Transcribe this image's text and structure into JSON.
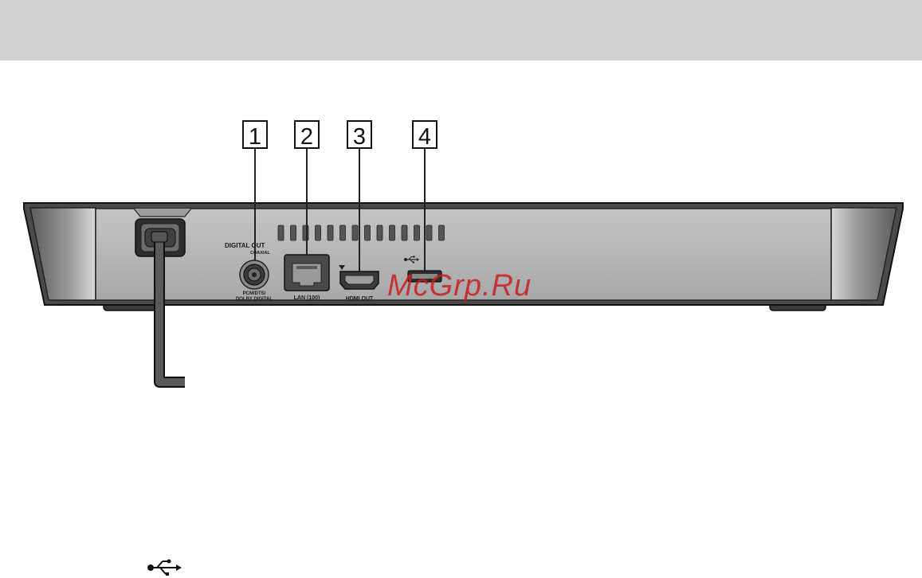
{
  "callouts": [
    "1",
    "2",
    "3",
    "4"
  ],
  "ports": {
    "digital_out": {
      "title": "DIGITAL OUT",
      "subtitle": "COAXIAL",
      "bottom_line1": "PCM/DTS/",
      "bottom_line2": "DOLBY DIGITAL"
    },
    "lan": {
      "label": "LAN (100)"
    },
    "hdmi": {
      "label": "HDMI OUT"
    }
  },
  "icons": {
    "usb_panel": "usb-icon",
    "usb_footer": "usb-icon",
    "hdmi_marker": "triangle-down-icon"
  },
  "watermark": {
    "text": "McGrp.Ru",
    "color": "#c81e1e"
  },
  "colors": {
    "header_band": "#d2d2d2",
    "panel": "#b0b0b0",
    "outline": "#222222"
  }
}
